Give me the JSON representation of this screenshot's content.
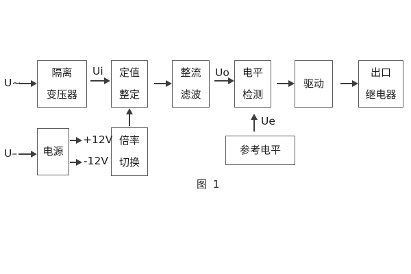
{
  "diagram": {
    "caption": "图 1",
    "blocks": {
      "isolation_transformer": {
        "line1": "隔离",
        "line2": "变压器"
      },
      "setting_adjust": {
        "line1": "定值",
        "line2": "整定"
      },
      "rectifier_filter": {
        "line1": "整流",
        "line2": "滤波"
      },
      "level_detect": {
        "line1": "电平",
        "line2": "检测"
      },
      "driver": {
        "line1": "驱动"
      },
      "output_relay": {
        "line1": "出口",
        "line2": "继电器"
      },
      "power_supply": {
        "line1": "电源"
      },
      "ratio_switch": {
        "line1": "倍率",
        "line2": "切换"
      },
      "reference_level": {
        "line1": "参考电平"
      }
    },
    "signals": {
      "input_ac": "U~",
      "input_dc": "U–",
      "ui": "Ui",
      "uo": "Uo",
      "ue": "Ue",
      "plus_12v": "+12V",
      "minus_12v": "-12V"
    },
    "colors": {
      "line": "#3d3d3d",
      "box_border": "#5a5a5a",
      "text": "#1c1c1c",
      "background": "#ffffff"
    }
  }
}
